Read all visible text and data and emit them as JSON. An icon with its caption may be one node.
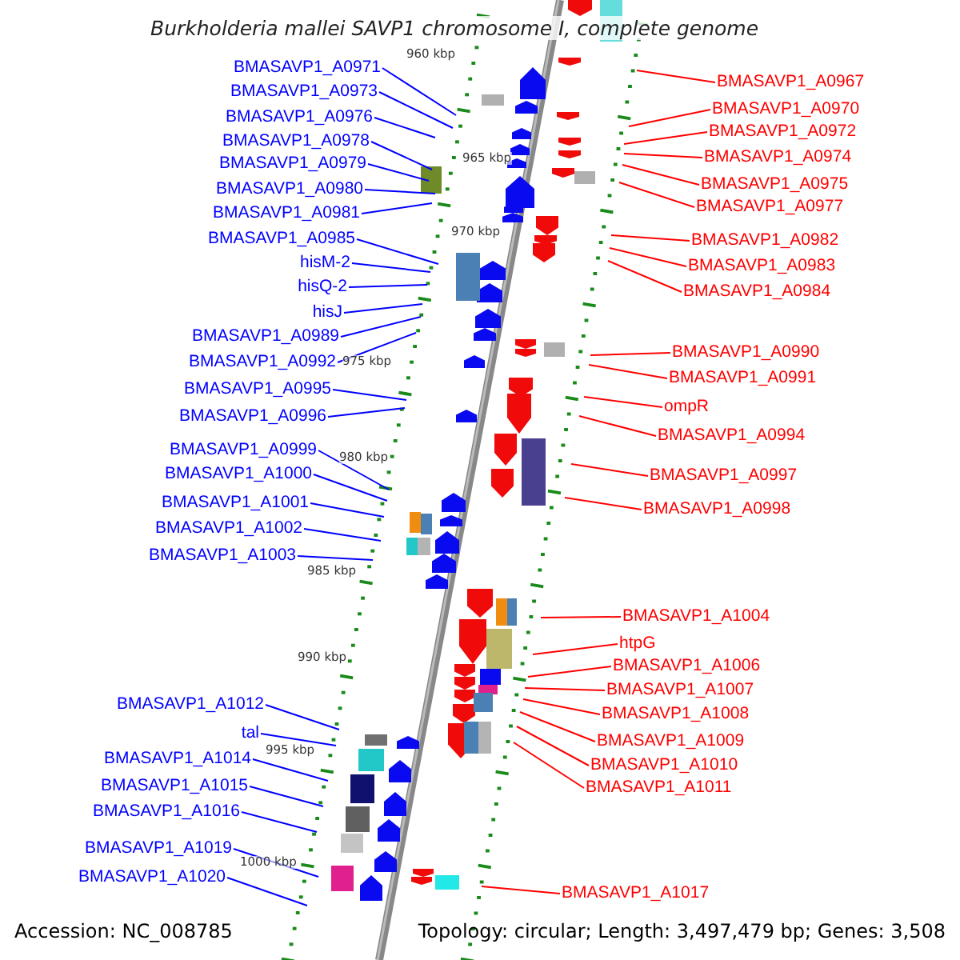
{
  "diagram": {
    "title": "Burkholderia mallei SAVP1 chromosome I, complete genome",
    "nodes": [
      {
        "text": [
          "BMASAVP1_A0971"
        ]
      },
      {
        "text": [
          "BMASAVP1_A0973"
        ]
      },
      {
        "text": [
          "BMASAVP1_A0976"
        ]
      },
      {
        "text": [
          "BMASAVP1_A0978"
        ]
      },
      {
        "text": [
          "BMASAVP1_A0979"
        ]
      },
      {
        "text": [
          "BMASAVP1_A0980"
        ]
      },
      {
        "text": [
          "BMASAVP1_A0981"
        ]
      },
      {
        "text": [
          "BMASAVP1_A0985"
        ]
      },
      {
        "text": [
          "hisM-2"
        ]
      },
      {
        "text": [
          "hisQ-2"
        ]
      },
      {
        "text": [
          "hisJ"
        ]
      },
      {
        "text": [
          "BMASAVP1_A0989"
        ]
      },
      {
        "text": [
          "BMASAVP1_A0992"
        ]
      },
      {
        "text": [
          "BMASAVP1_A0995"
        ]
      },
      {
        "text": [
          "BMASAVP1_A0996"
        ]
      },
      {
        "text": [
          "BMASAVP1_A0999"
        ]
      },
      {
        "text": [
          "BMASAVP1_A1000"
        ]
      },
      {
        "text": [
          "BMASAVP1_A1001"
        ]
      },
      {
        "text": [
          "BMASAVP1_A1002"
        ]
      },
      {
        "text": [
          "BMASAVP1_A1003"
        ]
      },
      {
        "text": [
          "BMASAVP1_A1012"
        ]
      },
      {
        "text": [
          "tal"
        ]
      },
      {
        "text": [
          "BMASAVP1_A1014"
        ]
      },
      {
        "text": [
          "BMASAVP1_A1015"
        ]
      },
      {
        "text": [
          "BMASAVP1_A1016"
        ]
      },
      {
        "text": [
          "BMASAVP1_A1019"
        ]
      },
      {
        "text": [
          "BMASAVP1_A1020"
        ]
      },
      {
        "text": [
          "BMASAVP1_A0967"
        ]
      },
      {
        "text": [
          "BMASAVP1_A0970"
        ]
      },
      {
        "text": [
          "BMASAVP1_A0972"
        ]
      },
      {
        "text": [
          "BMASAVP1_A0974"
        ]
      },
      {
        "text": [
          "BMASAVP1_A0975"
        ]
      },
      {
        "text": [
          "BMASAVP1_A0977"
        ]
      },
      {
        "text": [
          "BMASAVP1_A0982"
        ]
      },
      {
        "text": [
          "BMASAVP1_A0983"
        ]
      },
      {
        "text": [
          "BMASAVP1_A0984"
        ]
      },
      {
        "text": [
          "BMASAVP1_A0990"
        ]
      },
      {
        "text": [
          "BMASAVP1_A0991"
        ]
      },
      {
        "text": [
          "ompR"
        ]
      },
      {
        "text": [
          "BMASAVP1_A0994"
        ]
      },
      {
        "text": [
          "BMASAVP1_A0997"
        ]
      },
      {
        "text": [
          "BMASAVP1_A0998"
        ]
      },
      {
        "text": [
          "BMASAVP1_A1004"
        ]
      },
      {
        "text": [
          "htpG"
        ]
      },
      {
        "text": [
          "BMASAVP1_A1006"
        ]
      },
      {
        "text": [
          "BMASAVP1_A1007"
        ]
      },
      {
        "text": [
          "BMASAVP1_A1008"
        ]
      },
      {
        "text": [
          "BMASAVP1_A1009"
        ]
      },
      {
        "text": [
          "BMASAVP1_A1010"
        ]
      },
      {
        "text": [
          "BMASAVP1_A1011"
        ]
      },
      {
        "text": [
          "BMASAVP1_A1017"
        ]
      }
    ],
    "edges": [
      {
        "from": 0,
        "to": null,
        "arrow": "none"
      },
      {
        "from": 1,
        "to": null,
        "arrow": "none"
      },
      {
        "from": 2,
        "to": null,
        "arrow": "none"
      },
      {
        "from": 3,
        "to": null,
        "arrow": "none"
      },
      {
        "from": 4,
        "to": null,
        "arrow": "none"
      },
      {
        "from": 5,
        "to": null,
        "arrow": "none"
      },
      {
        "from": 6,
        "to": null,
        "arrow": "none"
      },
      {
        "from": 7,
        "to": null,
        "arrow": "none"
      },
      {
        "from": 8,
        "to": null,
        "arrow": "none"
      },
      {
        "from": 9,
        "to": null,
        "arrow": "none"
      },
      {
        "from": 10,
        "to": null,
        "arrow": "none"
      },
      {
        "from": 11,
        "to": null,
        "arrow": "none"
      },
      {
        "from": 12,
        "to": null,
        "arrow": "none"
      },
      {
        "from": 13,
        "to": null,
        "arrow": "none"
      },
      {
        "from": 14,
        "to": null,
        "arrow": "none"
      },
      {
        "from": 15,
        "to": null,
        "arrow": "none"
      },
      {
        "from": 16,
        "to": null,
        "arrow": "none"
      },
      {
        "from": 17,
        "to": null,
        "arrow": "none"
      },
      {
        "from": 18,
        "to": null,
        "arrow": "none"
      },
      {
        "from": 19,
        "to": null,
        "arrow": "none"
      },
      {
        "from": 20,
        "to": null,
        "arrow": "none"
      },
      {
        "from": 21,
        "to": null,
        "arrow": "none"
      },
      {
        "from": 22,
        "to": null,
        "arrow": "none"
      },
      {
        "from": 23,
        "to": null,
        "arrow": "none"
      },
      {
        "from": 24,
        "to": null,
        "arrow": "none"
      },
      {
        "from": 25,
        "to": null,
        "arrow": "none"
      },
      {
        "from": 26,
        "to": null,
        "arrow": "none"
      },
      {
        "from": 27,
        "to": null,
        "arrow": "none",
        "color": "#ff0000"
      },
      {
        "from": 28,
        "to": null,
        "arrow": "none",
        "color": "#ff0000"
      },
      {
        "from": 29,
        "to": null,
        "arrow": "none",
        "color": "#ff0000"
      },
      {
        "from": 30,
        "to": null,
        "arrow": "none",
        "color": "#ff0000"
      },
      {
        "from": 31,
        "to": null,
        "arrow": "none",
        "color": "#ff0000"
      },
      {
        "from": 32,
        "to": null,
        "arrow": "none",
        "color": "#ff0000"
      },
      {
        "from": 33,
        "to": null,
        "arrow": "none",
        "color": "#ff0000"
      },
      {
        "from": 34,
        "to": null,
        "arrow": "none",
        "color": "#ff0000"
      },
      {
        "from": 35,
        "to": null,
        "arrow": "none",
        "color": "#ff0000"
      },
      {
        "from": 36,
        "to": null,
        "arrow": "none",
        "color": "#ff0000"
      },
      {
        "from": 37,
        "to": null,
        "arrow": "none",
        "color": "#ff0000"
      },
      {
        "from": 38,
        "to": null,
        "arrow": "none",
        "color": "#ff0000"
      },
      {
        "from": 39,
        "to": null,
        "arrow": "none",
        "color": "#ff0000"
      },
      {
        "from": 40,
        "to": null,
        "arrow": "none",
        "color": "#ff0000"
      },
      {
        "from": 41,
        "to": null,
        "arrow": "none",
        "color": "#ff0000"
      },
      {
        "from": 42,
        "to": null,
        "arrow": "none",
        "color": "#ff0000"
      },
      {
        "from": 43,
        "to": null,
        "arrow": "none",
        "color": "#ff0000"
      },
      {
        "from": 44,
        "to": null,
        "arrow": "none",
        "color": "#ff0000"
      },
      {
        "from": 45,
        "to": null,
        "arrow": "none",
        "color": "#ff0000"
      },
      {
        "from": 46,
        "to": null,
        "arrow": "none",
        "color": "#ff0000"
      },
      {
        "from": 47,
        "to": null,
        "arrow": "none",
        "color": "#ff0000"
      },
      {
        "from": 48,
        "to": null,
        "arrow": "none",
        "color": "#ff0000"
      },
      {
        "from": 49,
        "to": null,
        "arrow": "none",
        "color": "#ff0000"
      },
      {
        "from": 50,
        "to": null,
        "arrow": "none",
        "color": "#ff0000"
      }
    ],
    "labels": [
      "960 kbp",
      "965 kbp",
      "970 kbp",
      "975 kbp",
      "980 kbp",
      "985 kbp",
      "990 kbp",
      "995 kbp",
      "1000 kbp",
      "Accession: NC_008785",
      "Topology: circular; Length: 3,497,479 bp; Genes: 3,508"
    ]
  }
}
